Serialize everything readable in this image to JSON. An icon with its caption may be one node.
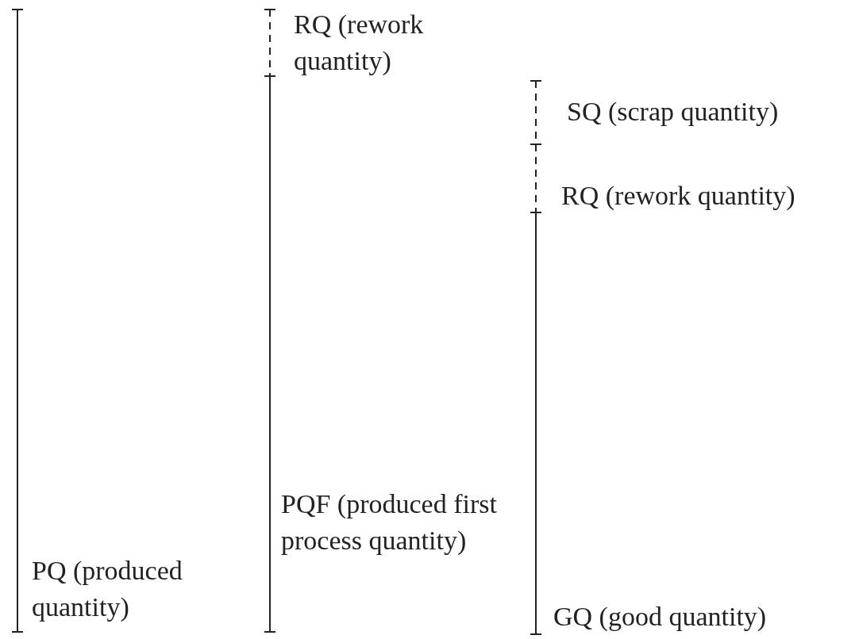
{
  "diagram": {
    "labels": [
      "RQ (rework quantity)",
      "SQ (scrap quantity)",
      "RQ (rework quantity)",
      "PQ (produced quantity)",
      "PQF (produced first process quantity)",
      "GQ (good quantity)"
    ]
  }
}
